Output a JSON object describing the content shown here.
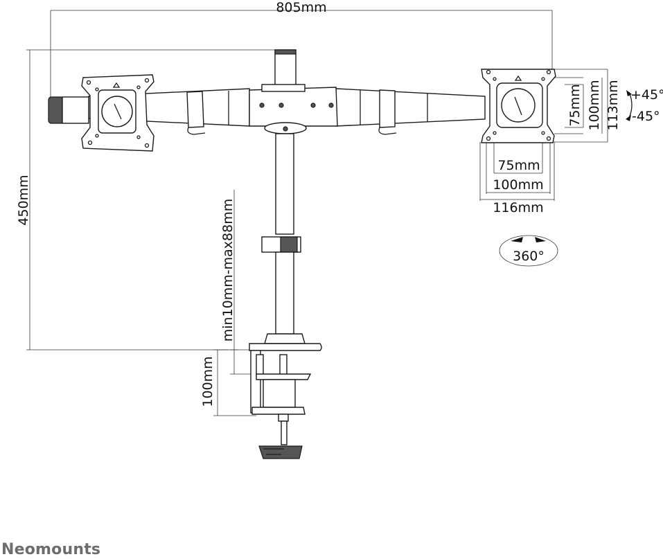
{
  "dimensions": {
    "total_width": "805mm",
    "height": "450mm",
    "clamp_range": "min10mm-max88mm",
    "clamp_height": "100mm",
    "vesa_75_vertical": "75mm",
    "vesa_100_vertical": "100mm",
    "plate_113": "113mm",
    "vesa_75_horizontal": "75mm",
    "vesa_100_horizontal": "100mm",
    "plate_116": "116mm"
  },
  "rotation": {
    "tilt_up": "+45°",
    "tilt_down": "-45°",
    "swivel": "360°"
  },
  "brand": "Neomounts"
}
